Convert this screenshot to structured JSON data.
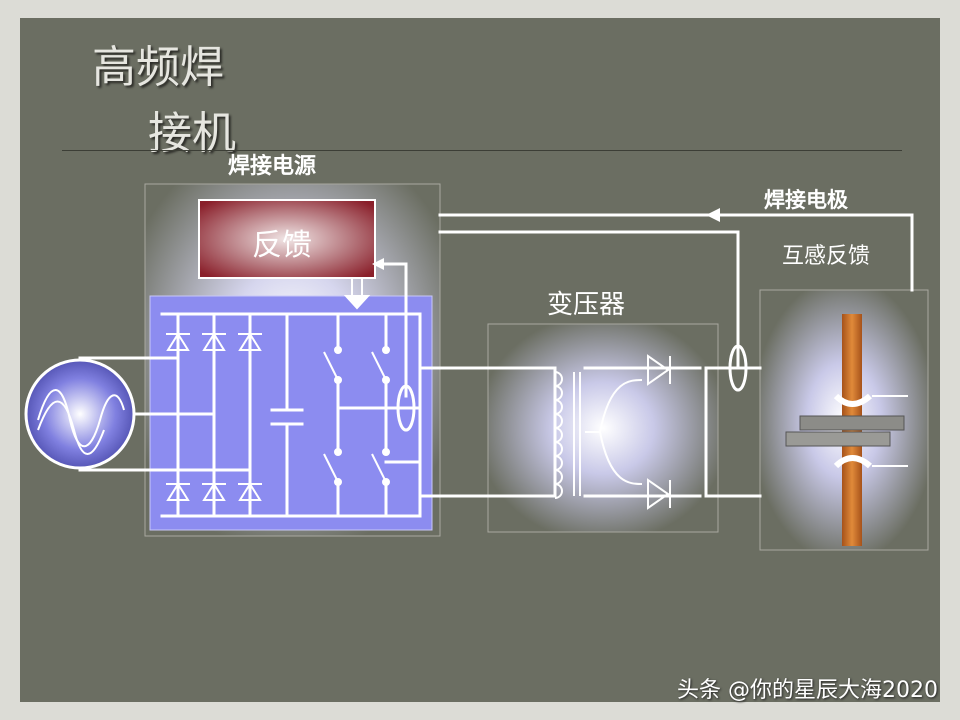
{
  "slide": {
    "title_line1": "高频焊",
    "title_line2": "接机"
  },
  "labels": {
    "power_source": "焊接电源",
    "feedback": "反馈",
    "transformer": "变压器",
    "electrode": "焊接电极",
    "mutual_feedback": "互感反馈"
  },
  "watermark": "头条 @你的星辰大海2020",
  "colors": {
    "slide_bg": "#6b6e62",
    "circuit_panel": "#8c8cf0",
    "feedback_box": "#8a1f2a",
    "electrode_rod": "#d07a2a",
    "wire": "#ffffff"
  }
}
